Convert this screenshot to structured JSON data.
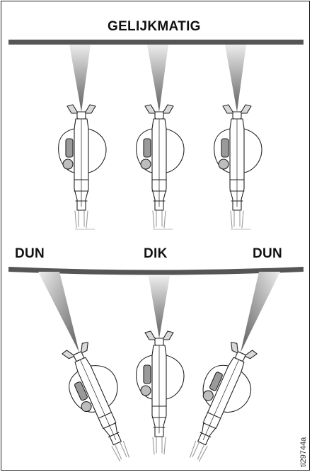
{
  "top": {
    "title": "GELIJKMATIG"
  },
  "bottom": {
    "left_label": "DUN",
    "center_label": "DIK",
    "right_label": "DUN"
  },
  "figure_code": "ti29744a",
  "colors": {
    "bar": "#555555",
    "fan_dark": "#6a6a6a",
    "fan_light": "#e8e8e8",
    "stroke": "#222222"
  }
}
